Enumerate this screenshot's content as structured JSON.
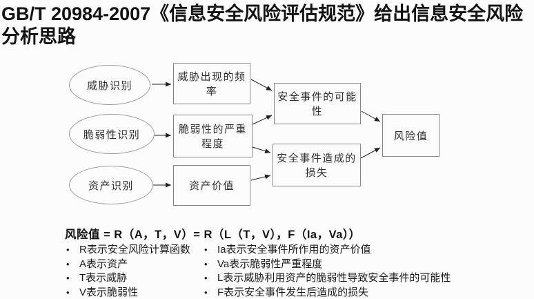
{
  "title": "GB/T 20984-2007《信息安全风险评估规范》给出信息安全风险分析思路",
  "diagram": {
    "threat_identification": "威胁识别",
    "vulnerability_identification": "脆弱性识别",
    "asset_identification": "资产识别",
    "threat_frequency": "威胁出现的频率",
    "vulnerability_severity": "脆弱性的严重程度",
    "asset_value": "资产价值",
    "incident_likelihood": "安全事件的可能性",
    "incident_loss": "安全事件造成的损失",
    "risk_value": "风险值"
  },
  "formula": "风险值 = R（A，T，V）= R（L（T，V），F（Ia，Va））",
  "legend": {
    "left": [
      "R表示安全风险计算函数",
      "A表示资产",
      "T表示威胁",
      "V表示脆弱性"
    ],
    "right": [
      "Ia表示安全事件所作用的资产价值",
      "Va表示脆弱性严重程度",
      "L表示威胁利用资产的脆弱性导致安全事件的可能性",
      "F表示安全事件发生后造成的损失"
    ]
  },
  "colors": {
    "background": "#fcfcfc",
    "text": "#161616",
    "shape_border": "#8c8c8c",
    "arrow": "#222222"
  }
}
